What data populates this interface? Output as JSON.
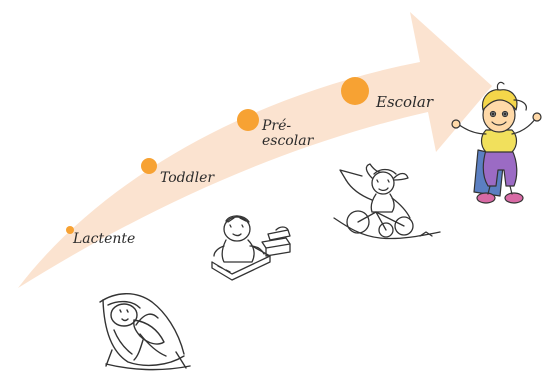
{
  "diagram": {
    "colors": {
      "arrow": "#fbe3d0",
      "dot": "#f7a233",
      "line": "#333333",
      "label": "#2b2b2b",
      "child_skin": "#ffd9a8",
      "child_hair": "#f4d64a",
      "child_shirt": "#f1e05c",
      "child_overalls": "#9b6bc4",
      "child_bag": "#5b7fc2",
      "child_shoes": "#d86aa5"
    },
    "stages": [
      {
        "label": "Lactente",
        "illustration": "baby-in-bouncer-icon"
      },
      {
        "label": "Toddler",
        "illustration": "toddler-with-toys-icon"
      },
      {
        "label": "Pré-\nescolar",
        "label_lines": [
          "Pré-",
          "escolar"
        ],
        "illustration": "child-on-tricycle-icon"
      },
      {
        "label": "Escolar",
        "illustration": "schoolchild-with-backpack-icon"
      }
    ]
  }
}
